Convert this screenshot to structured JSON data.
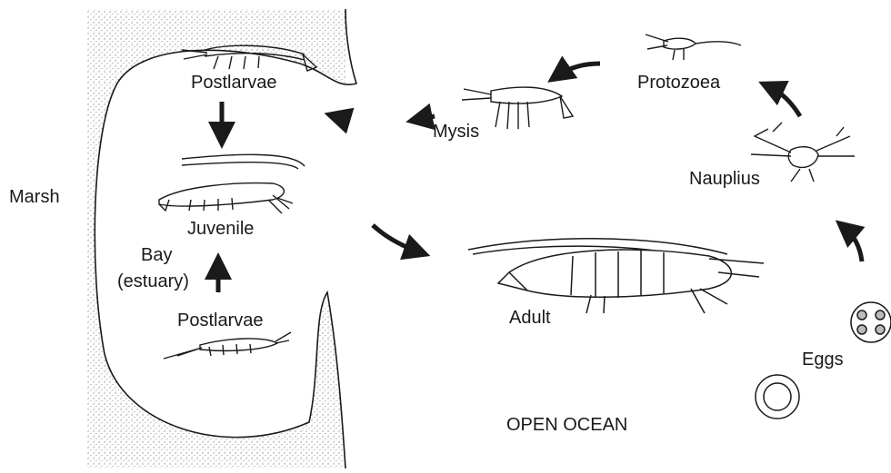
{
  "labels": {
    "marsh": "Marsh",
    "postlarvae_top": "Postlarvae",
    "juvenile": "Juvenile",
    "bay": "Bay",
    "estuary": "(estuary)",
    "postlarvae_bottom": "Postlarvae",
    "mysis": "Mysis",
    "protozoea": "Protozoea",
    "nauplius": "Nauplius",
    "adult": "Adult",
    "eggs": "Eggs",
    "open_ocean": "OPEN OCEAN"
  },
  "colors": {
    "ink": "#1a1a1a",
    "background": "#ffffff",
    "stipple": "#555555"
  }
}
